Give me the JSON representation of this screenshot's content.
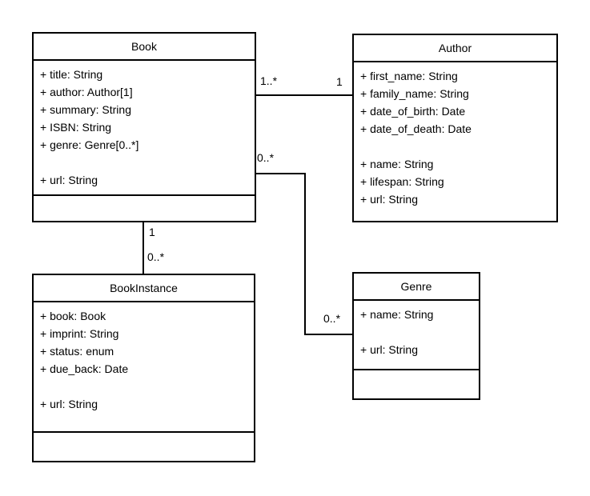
{
  "diagram": {
    "type": "uml-class-diagram",
    "colors": {
      "stroke": "#000000",
      "fill": "#ffffff",
      "text": "#000000"
    },
    "classes": [
      {
        "name": "Book",
        "attributes": [
          "+ title: String",
          "+ author: Author[1]",
          "+ summary: String",
          "+ ISBN: String",
          "+ genre: Genre[0..*]",
          "",
          "+ url: String"
        ],
        "methods": []
      },
      {
        "name": "Author",
        "attributes": [
          "+ first_name: String",
          "+ family_name: String",
          "+ date_of_birth: Date",
          "+ date_of_death: Date",
          "",
          "+ name: String",
          "+ lifespan: String",
          "+ url: String"
        ],
        "methods": []
      },
      {
        "name": "BookInstance",
        "attributes": [
          "+ book: Book",
          "+ imprint: String",
          "+ status: enum",
          "+ due_back: Date",
          "",
          "+ url: String"
        ],
        "methods": []
      },
      {
        "name": "Genre",
        "attributes": [
          "+ name: String",
          "",
          "+ url: String"
        ],
        "methods": []
      }
    ],
    "relationships": [
      {
        "from": "Book",
        "to": "Author",
        "from_mult": "1..*",
        "to_mult": "1"
      },
      {
        "from": "Book",
        "to": "BookInstance",
        "from_mult": "1",
        "to_mult": "0..*"
      },
      {
        "from": "Book",
        "to": "Genre",
        "from_mult": "0..*",
        "to_mult": "0..*"
      }
    ]
  }
}
